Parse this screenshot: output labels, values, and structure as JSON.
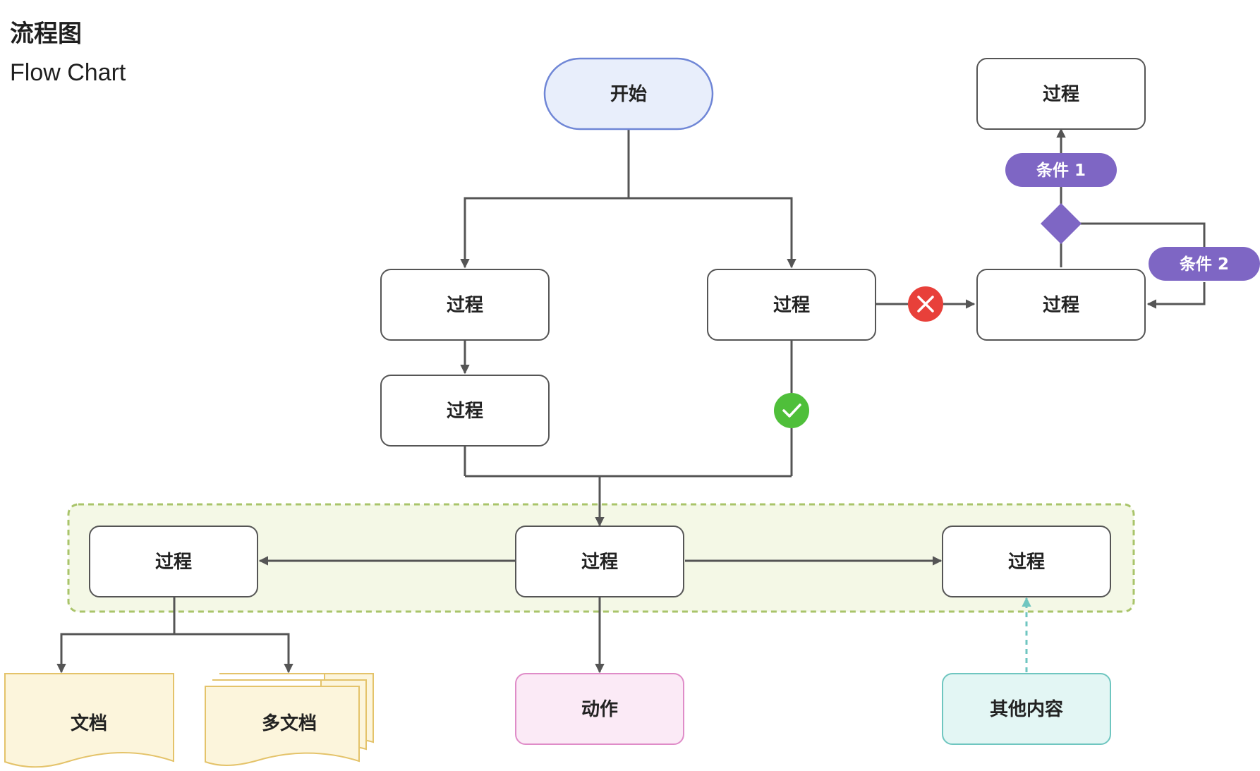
{
  "header": {
    "title_cn": "流程图",
    "title_en": "Flow Chart"
  },
  "colors": {
    "line": "#555555",
    "start_fill": "#e8eefb",
    "start_stroke": "#6f86d6",
    "process_fill": "#ffffff",
    "process_stroke": "#555555",
    "condition": "#7e66c4",
    "error": "#e8403a",
    "success": "#4fbf3a",
    "group_fill": "#f4f8e6",
    "group_stroke": "#a9c46a",
    "doc_fill": "#fcf5dc",
    "doc_stroke": "#e4c36a",
    "action_fill": "#fbeaf6",
    "action_stroke": "#df8cc8",
    "other_fill": "#e3f6f4",
    "other_stroke": "#6fc6c0"
  },
  "nodes": {
    "start": "开始",
    "process_left_1": "过程",
    "process_left_2": "过程",
    "process_right": "过程",
    "process_far_right": "过程",
    "process_top_right": "过程",
    "process_group_left": "过程",
    "process_group_center": "过程",
    "process_group_right": "过程",
    "document": "文档",
    "multi_document": "多文档",
    "action": "动作",
    "other": "其他内容"
  },
  "conditions": {
    "condition_1": "条件 1",
    "condition_2": "条件 2"
  },
  "icons": {
    "error": "x-icon",
    "success": "check-icon",
    "decision": "diamond-icon"
  }
}
